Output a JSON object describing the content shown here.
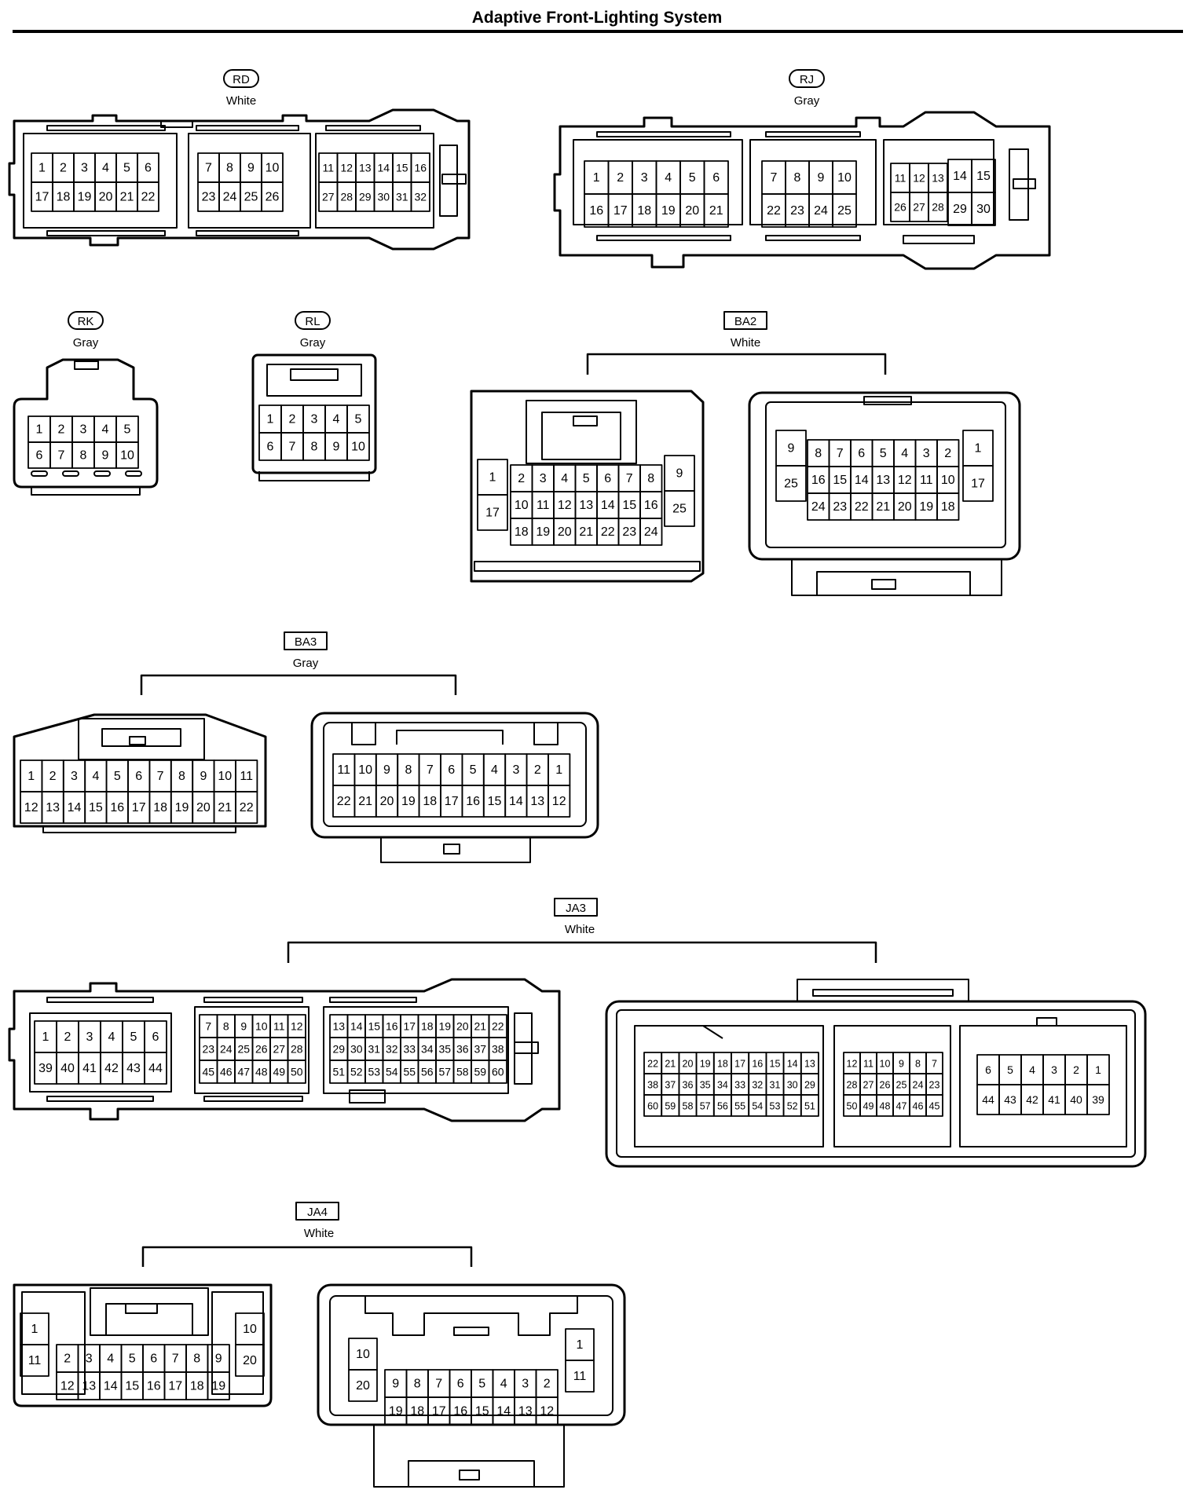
{
  "title": "Adaptive Front-Lighting System",
  "connectors": [
    {
      "code": "RD",
      "color": "White",
      "label_style": "oval"
    },
    {
      "code": "RJ",
      "color": "Gray",
      "label_style": "oval"
    },
    {
      "code": "RK",
      "color": "Gray",
      "label_style": "oval"
    },
    {
      "code": "RL",
      "color": "Gray",
      "label_style": "oval"
    },
    {
      "code": "BA2",
      "color": "White",
      "label_style": "box"
    },
    {
      "code": "BA3",
      "color": "Gray",
      "label_style": "box"
    },
    {
      "code": "JA3",
      "color": "White",
      "label_style": "box"
    },
    {
      "code": "JA4",
      "color": "White",
      "label_style": "box"
    }
  ],
  "pin_grids": {
    "rd_a": [
      [
        "1",
        "2",
        "3",
        "4",
        "5",
        "6"
      ],
      [
        "17",
        "18",
        "19",
        "20",
        "21",
        "22"
      ]
    ],
    "rd_b": [
      [
        "7",
        "8",
        "9",
        "10"
      ],
      [
        "23",
        "24",
        "25",
        "26"
      ]
    ],
    "rd_c": [
      [
        "11",
        "12",
        "13",
        "14",
        "15",
        "16"
      ],
      [
        "27",
        "28",
        "29",
        "30",
        "31",
        "32"
      ]
    ],
    "rj_a": [
      [
        "1",
        "2",
        "3",
        "4",
        "5",
        "6"
      ],
      [
        "16",
        "17",
        "18",
        "19",
        "20",
        "21"
      ]
    ],
    "rj_b": [
      [
        "7",
        "8",
        "9",
        "10"
      ],
      [
        "22",
        "23",
        "24",
        "25"
      ]
    ],
    "rj_c": [
      [
        "11",
        "12",
        "13"
      ],
      [
        "26",
        "27",
        "28"
      ]
    ],
    "rj_d": [
      [
        "14",
        "15"
      ],
      [
        "29",
        "30"
      ]
    ],
    "rk": [
      [
        "1",
        "2",
        "3",
        "4",
        "5"
      ],
      [
        "6",
        "7",
        "8",
        "9",
        "10"
      ]
    ],
    "rl": [
      [
        "1",
        "2",
        "3",
        "4",
        "5"
      ],
      [
        "6",
        "7",
        "8",
        "9",
        "10"
      ]
    ],
    "ba2_l_side_l": [
      [
        "1"
      ],
      [
        "17"
      ]
    ],
    "ba2_l_main": [
      [
        "2",
        "3",
        "4",
        "5",
        "6",
        "7",
        "8"
      ],
      [
        "10",
        "11",
        "12",
        "13",
        "14",
        "15",
        "16"
      ],
      [
        "18",
        "19",
        "20",
        "21",
        "22",
        "23",
        "24"
      ]
    ],
    "ba2_l_side_r": [
      [
        "9"
      ],
      [
        "25"
      ]
    ],
    "ba2_r_side_l": [
      [
        "9"
      ],
      [
        "25"
      ]
    ],
    "ba2_r_main": [
      [
        "8",
        "7",
        "6",
        "5",
        "4",
        "3",
        "2"
      ],
      [
        "16",
        "15",
        "14",
        "13",
        "12",
        "11",
        "10"
      ],
      [
        "24",
        "23",
        "22",
        "21",
        "20",
        "19",
        "18"
      ]
    ],
    "ba2_r_side_r": [
      [
        "1"
      ],
      [
        "17"
      ]
    ],
    "ba3_l": [
      [
        "1",
        "2",
        "3",
        "4",
        "5",
        "6",
        "7",
        "8",
        "9",
        "10",
        "11"
      ],
      [
        "12",
        "13",
        "14",
        "15",
        "16",
        "17",
        "18",
        "19",
        "20",
        "21",
        "22"
      ]
    ],
    "ba3_r": [
      [
        "11",
        "10",
        "9",
        "8",
        "7",
        "6",
        "5",
        "4",
        "3",
        "2",
        "1"
      ],
      [
        "22",
        "21",
        "20",
        "19",
        "18",
        "17",
        "16",
        "15",
        "14",
        "13",
        "12"
      ]
    ],
    "ja3_l_a": [
      [
        "1",
        "2",
        "3",
        "4",
        "5",
        "6"
      ],
      [
        "39",
        "40",
        "41",
        "42",
        "43",
        "44"
      ]
    ],
    "ja3_l_b": [
      [
        "7",
        "8",
        "9",
        "10",
        "11",
        "12"
      ],
      [
        "23",
        "24",
        "25",
        "26",
        "27",
        "28"
      ],
      [
        "45",
        "46",
        "47",
        "48",
        "49",
        "50"
      ]
    ],
    "ja3_l_c": [
      [
        "13",
        "14",
        "15",
        "16",
        "17",
        "18",
        "19",
        "20",
        "21",
        "22"
      ],
      [
        "29",
        "30",
        "31",
        "32",
        "33",
        "34",
        "35",
        "36",
        "37",
        "38"
      ],
      [
        "51",
        "52",
        "53",
        "54",
        "55",
        "56",
        "57",
        "58",
        "59",
        "60"
      ]
    ],
    "ja3_r_a": [
      [
        "22",
        "21",
        "20",
        "19",
        "18",
        "17",
        "16",
        "15",
        "14",
        "13"
      ],
      [
        "38",
        "37",
        "36",
        "35",
        "34",
        "33",
        "32",
        "31",
        "30",
        "29"
      ],
      [
        "60",
        "59",
        "58",
        "57",
        "56",
        "55",
        "54",
        "53",
        "52",
        "51"
      ]
    ],
    "ja3_r_b": [
      [
        "12",
        "11",
        "10",
        "9",
        "8",
        "7"
      ],
      [
        "28",
        "27",
        "26",
        "25",
        "24",
        "23"
      ],
      [
        "50",
        "49",
        "48",
        "47",
        "46",
        "45"
      ]
    ],
    "ja3_r_c": [
      [
        "6",
        "5",
        "4",
        "3",
        "2",
        "1"
      ],
      [
        "44",
        "43",
        "42",
        "41",
        "40",
        "39"
      ]
    ],
    "ja4_l_side_l": [
      [
        "1"
      ],
      [
        "11"
      ]
    ],
    "ja4_l_main": [
      [
        "2",
        "3",
        "4",
        "5",
        "6",
        "7",
        "8",
        "9"
      ],
      [
        "12",
        "13",
        "14",
        "15",
        "16",
        "17",
        "18",
        "19"
      ]
    ],
    "ja4_l_side_r": [
      [
        "10"
      ],
      [
        "20"
      ]
    ],
    "ja4_r_side_l": [
      [
        "10"
      ],
      [
        "20"
      ]
    ],
    "ja4_r_main": [
      [
        "9",
        "8",
        "7",
        "6",
        "5",
        "4",
        "3",
        "2"
      ],
      [
        "19",
        "18",
        "17",
        "16",
        "15",
        "14",
        "13",
        "12"
      ]
    ],
    "ja4_r_side_r": [
      [
        "1"
      ],
      [
        "11"
      ]
    ]
  }
}
